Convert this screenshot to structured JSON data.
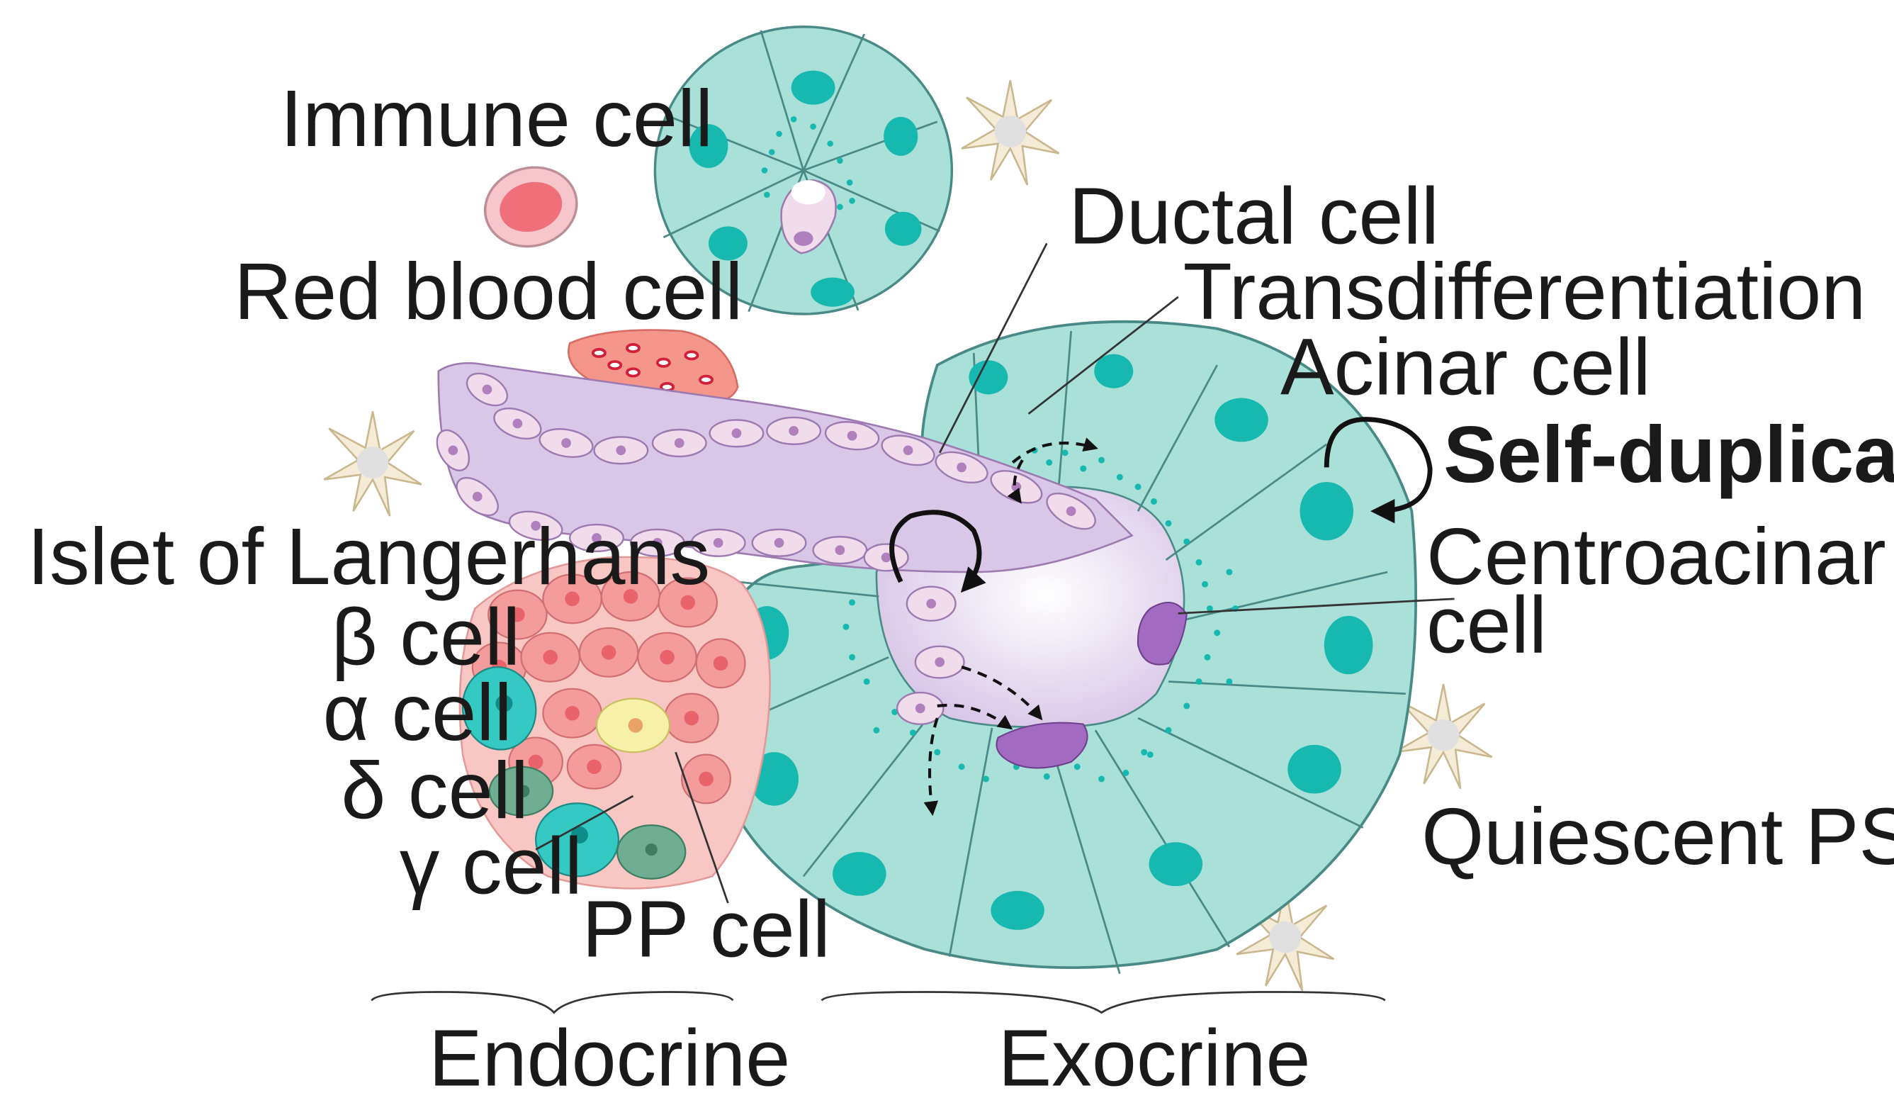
{
  "labels": {
    "immune_cell": "Immune cell",
    "red_blood_cell": "Red  blood cell",
    "islet": "Islet of Langerhans",
    "beta_cell": "β cell",
    "alpha_cell": "α cell",
    "delta_cell": "δ cell",
    "gamma_cell": "γ cell",
    "pp_cell": "PP cell",
    "ductal_cell": "Ductal cell",
    "transdifferentiation": "Transdifferentiation",
    "acinar_cell": "Acinar cell",
    "self_duplication": "Self-duplication",
    "centroacinar_line1": "Centroacinar",
    "centroacinar_line2": "cell",
    "quiescent_psc": "Quiescent PSc",
    "endocrine": "Endocrine",
    "exocrine": "Exocrine"
  },
  "colors": {
    "acinar_fill": "#a9e0d8",
    "acinar_nucleus": "#16b8b0",
    "duct_fill": "#d8c7e6",
    "ductal_cell": "#f1dcec",
    "ductal_nucleus": "#b07fbe",
    "beta_cell": "#f49c9c",
    "beta_nucleus": "#e9636a",
    "alpha_cell": "#34c9c3",
    "delta_cell": "#6fae93",
    "pp_cell": "#f7f0a8",
    "immune_cell": "#f7c5cc",
    "immune_nucleus": "#f0707a",
    "rbc": "#f5968a",
    "centroacinar": "#a26bc1",
    "psc": "#f4ecd7",
    "text": "#1a1a1a"
  }
}
